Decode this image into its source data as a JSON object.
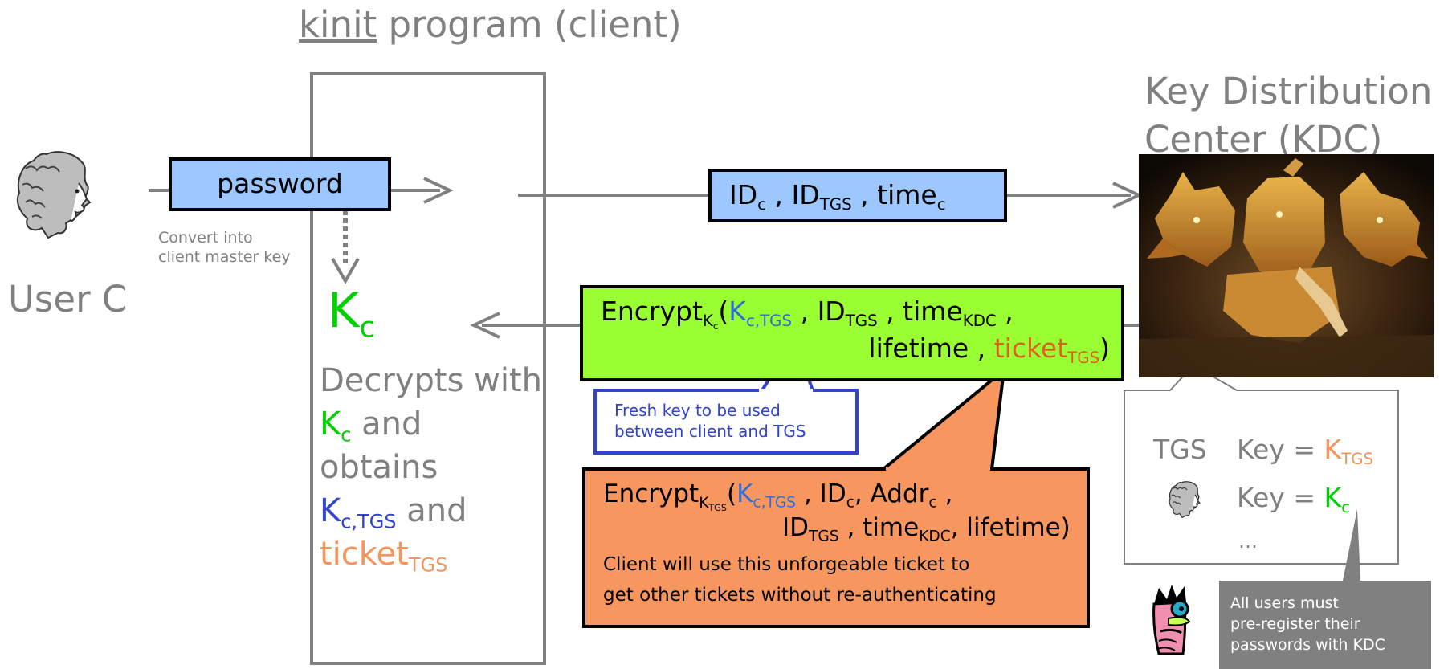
{
  "client": {
    "title_underlined": "kinit",
    "title_rest": " program (client)",
    "decrypts_line1": "Decrypts with",
    "kc_base": "K",
    "kc_sub": "c",
    "and1": " and",
    "obtains": "obtains",
    "kctgs_base": "K",
    "kctgs_sub": "c,TGS",
    "and2": " and",
    "ticket_base": "ticket",
    "ticket_sub": "TGS"
  },
  "user": {
    "label": "User C",
    "convert_note_line1": "Convert into",
    "convert_note_line2": "client master key"
  },
  "password_box": {
    "label": "password"
  },
  "kc_big": {
    "base": "K",
    "sub": "c"
  },
  "request_box": {
    "id_c": "ID",
    "id_c_sub": "c",
    "sep1": " , ",
    "id_tgs": "ID",
    "id_tgs_sub": "TGS",
    "sep2": " , ",
    "time": "time",
    "time_sub": "c"
  },
  "kdc": {
    "title_line1": "Key Distribution",
    "title_line2": "Center (KDC)"
  },
  "response_box": {
    "encrypt": "Encrypt",
    "encrypt_sub": "K",
    "encrypt_subsub": "c",
    "open": "(",
    "k_base": "K",
    "k_sub": "c,TGS",
    "sep1": " , ",
    "id_base": "ID",
    "id_sub": "TGS",
    "sep2": " , ",
    "time_base": "time",
    "time_sub": "KDC",
    "sep3": " ,",
    "lifetime": "lifetime , ",
    "ticket_base": "ticket",
    "ticket_sub": "TGS",
    "close": ")"
  },
  "fresh_key_callout": {
    "line1": "Fresh key to be used",
    "line2": "between client and TGS"
  },
  "ticket_callout": {
    "encrypt": "Encrypt",
    "encrypt_sub": "K",
    "encrypt_subsub": "TGS",
    "open": "(",
    "k_base": "K",
    "k_sub": "c,TGS",
    "sep1": " , ",
    "idc_base": "ID",
    "idc_sub": "c",
    "sep2": ", ",
    "addr_base": "Addr",
    "addr_sub": "c",
    "sep3": " ,",
    "idtgs_base": "ID",
    "idtgs_sub": "TGS",
    "sep4": " , ",
    "time_base": "time",
    "time_sub": "KDC",
    "tail": ", lifetime)",
    "note_line1": "Client will use this unforgeable ticket to",
    "note_line2": "get other tickets without re-authenticating"
  },
  "kdc_db": {
    "row1_label": "TGS",
    "row1_key": "Key = ",
    "row1_val_base": "K",
    "row1_val_sub": "TGS",
    "row2_key": "Key = ",
    "row2_val_base": "K",
    "row2_val_sub": "c",
    "ellipsis": "…"
  },
  "register_note": {
    "line1": "All users must",
    "line2": "pre-register their",
    "line3": "passwords with KDC"
  },
  "colors": {
    "request_fill": "#9cc8ff",
    "response_fill": "#99ff33",
    "ticket_fill": "#f7965f",
    "note_fill": "#808080",
    "arrow_gray": "#808080"
  }
}
